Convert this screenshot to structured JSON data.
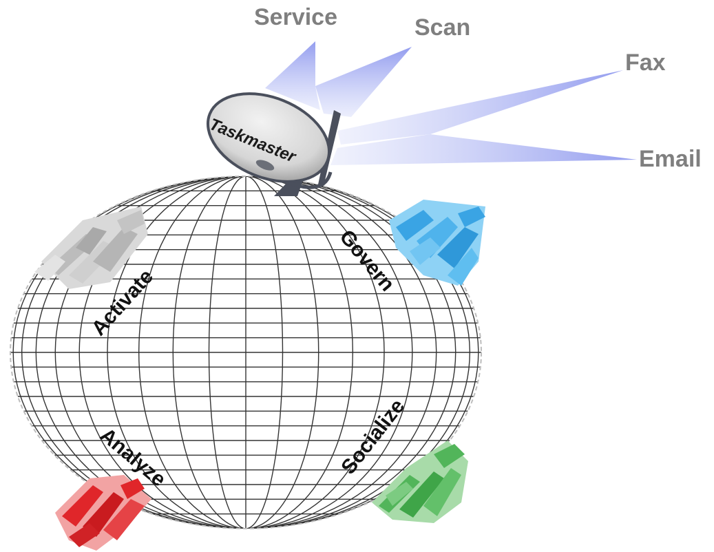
{
  "dish": {
    "label": "Taskmaster"
  },
  "channels": {
    "service": "Service",
    "scan": "Scan",
    "fax": "Fax",
    "email": "Email"
  },
  "processes": {
    "activate": "Activate",
    "govern": "Govern",
    "analyze": "Analyze",
    "socialize": "Socialize"
  },
  "colors": {
    "beam": "#aab3f2",
    "channel_text": "#7f7f7f",
    "grid": "#333333",
    "city_gray": "#c9c9c9",
    "city_blue": "#4fb3ec",
    "city_red": "#e0262a",
    "city_green": "#52b55a",
    "dish": "#d9d9d9"
  }
}
